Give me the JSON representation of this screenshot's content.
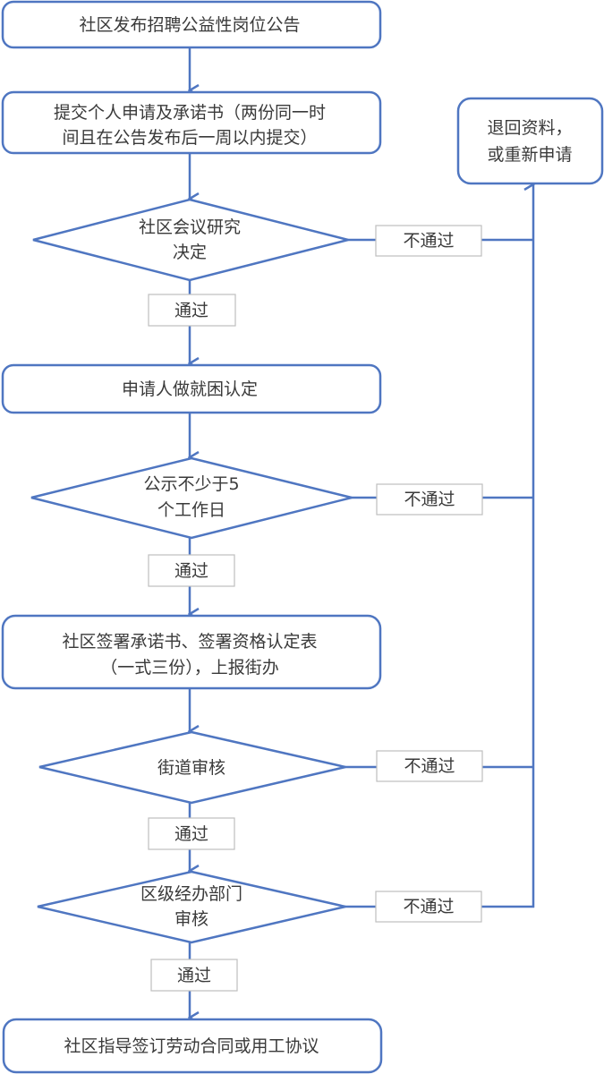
{
  "title": "社区公益性岗位招聘流程",
  "nodes": {
    "step1": [
      "社区发布招聘公益性岗位公告"
    ],
    "step2": [
      "提交个人申请及承诺书（两份同一时",
      "间且在公告发布后一周以内提交）"
    ],
    "decision1": [
      "社区会议研究",
      "决定"
    ],
    "step3": [
      "申请人做就困认定"
    ],
    "decision2": [
      "公示不少于5",
      "个工作日"
    ],
    "step4": [
      "社区签署承诺书、签署资格认定表",
      "（一式三份），上报街办"
    ],
    "decision3": [
      "街道审核"
    ],
    "decision4": [
      "区级经办部门",
      "审核"
    ],
    "step5": [
      "社区指导签订劳动合同或用工协议"
    ],
    "reject": [
      "退回资料，",
      "或重新申请"
    ]
  },
  "labels": {
    "pass": "通过",
    "fail": "不通过"
  },
  "colors": {
    "stroke": "#4f76c1",
    "text": "#3a3a3a",
    "label_border": "#bfbfbf"
  }
}
